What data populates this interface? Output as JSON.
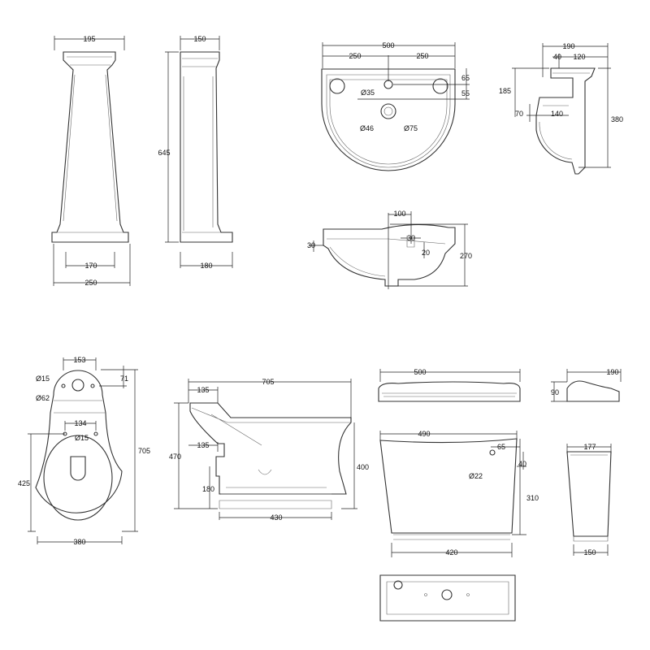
{
  "pedestal_front": {
    "top_width": "195",
    "foot_holes": "170",
    "base_width": "250"
  },
  "pedestal_side": {
    "top_depth": "150",
    "height": "645",
    "base_depth": "180"
  },
  "basin_front": {
    "width": "500",
    "half_left": "250",
    "half_right": "250",
    "tap_offset": "65",
    "overflow_offset": "55",
    "tap_hole": "Ø35",
    "waste_inner": "Ø46",
    "waste_outer": "Ø75"
  },
  "basin_side": {
    "depth": "190",
    "wall_offset": "40",
    "bracket": "120",
    "top_to_waste": "185",
    "waste_height": "70",
    "waste_projection": "140",
    "height": "380"
  },
  "basin_section": {
    "centre": "100",
    "rim": "30",
    "slot_width": "30",
    "slot_height": "20",
    "height": "270"
  },
  "wc_top": {
    "cistern_holes": "153",
    "cistern_depth": "71",
    "bolt_hole": "Ø15",
    "flush_inlet": "Ø62",
    "seat_holes": "134",
    "seat_hole": "Ø15",
    "bowl_length": "425",
    "total_length": "705",
    "width": "380"
  },
  "wc_side": {
    "length": "705",
    "inlet_upper": "135",
    "inlet_lower": "135",
    "height": "470",
    "outlet_height": "180",
    "base_length": "430",
    "rim_height": "400"
  },
  "cistern_lid": {
    "width": "500",
    "depth": "190",
    "height": "90"
  },
  "cistern_front": {
    "width": "490",
    "overflow_offset": "65",
    "overflow_height": "40",
    "overflow_hole": "Ø22",
    "height": "310",
    "base_width": "420"
  },
  "cistern_side": {
    "depth": "177",
    "base_depth": "150"
  }
}
